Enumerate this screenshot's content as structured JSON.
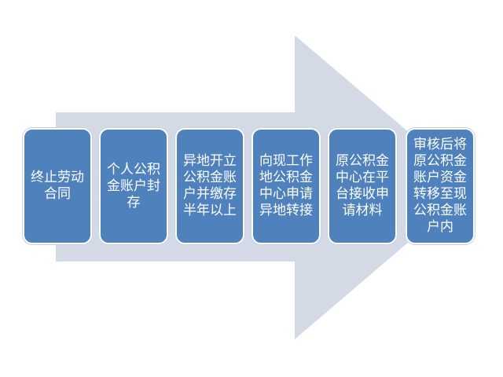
{
  "colors": {
    "arrow": "#D3DAE6",
    "box": "#4F81BD",
    "text": "#FFFFFF"
  },
  "steps": [
    {
      "label": "终止劳动合同"
    },
    {
      "label": "个人公积金账户封存"
    },
    {
      "label": "异地开立公积金账户并缴存半年以上"
    },
    {
      "label": "向现工作地公积金中心申请异地转接"
    },
    {
      "label": "原公积金中心在平台接收申请材料"
    },
    {
      "label": "审核后将原公积金账户资金转移至现公积金账户内"
    }
  ]
}
